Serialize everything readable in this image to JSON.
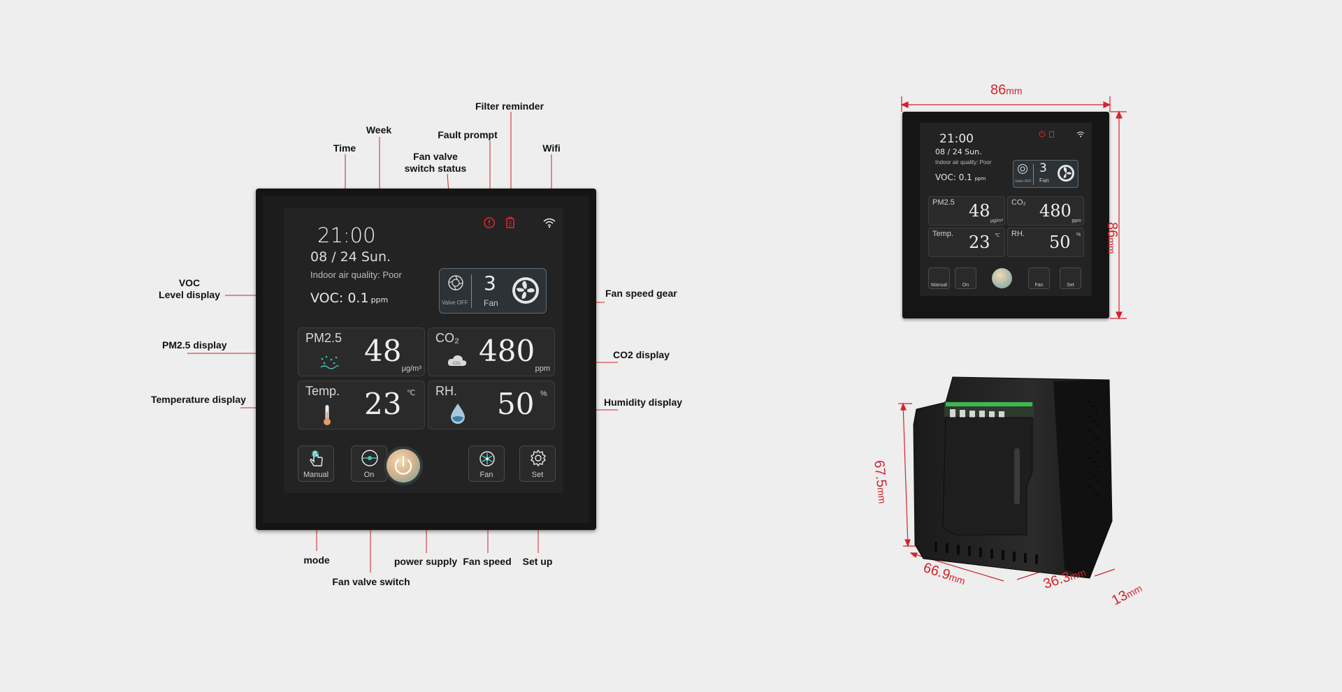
{
  "callouts": {
    "filter_reminder": "Filter reminder",
    "week": "Week",
    "fault_prompt": "Fault prompt",
    "time": "Time",
    "fan_valve_status": [
      "Fan valve",
      "switch status"
    ],
    "wifi": "Wifi",
    "voc_level": [
      "VOC",
      "Level display"
    ],
    "fan_speed_gear": "Fan speed gear",
    "pm25": "PM2.5 display",
    "co2": "CO2 display",
    "temperature": "Temperature display",
    "humidity": "Humidity display",
    "mode": "mode",
    "power_supply": "power supply",
    "fan_speed": "Fan speed",
    "set_up": "Set up",
    "fan_valve_switch": "Fan valve switch"
  },
  "screen": {
    "time": "21:00",
    "date": "08 / 24  Sun.",
    "air_quality": "Indoor air quality: Poor",
    "voc_label": "VOC:",
    "voc_value": "0.1",
    "voc_unit": "ppm",
    "valve_status": "Valve OFF",
    "fan_gear": "3",
    "fan_label": "Fan",
    "tiles": {
      "pm25": {
        "label": "PM2.5",
        "value": "48",
        "unit": "μg/m³"
      },
      "co2": {
        "label": "CO₂",
        "value": "480",
        "unit": "ppm"
      },
      "temp": {
        "label": "Temp.",
        "value": "23",
        "unit": "℃"
      },
      "rh": {
        "label": "RH.",
        "value": "50",
        "unit": "%"
      }
    },
    "buttons": {
      "manual": "Manual",
      "on": "On",
      "fan": "Fan",
      "set": "Set"
    }
  },
  "small_screen": {
    "time": "21:00",
    "date": "08 / 24  Sun.",
    "air_quality": "Indoor air quality: Poor",
    "voc": "VOC:  0.1",
    "voc_unit": "ppm",
    "valve_status": "Valve OFF",
    "fan_gear": "3",
    "fan_label": "Fan",
    "pm25": {
      "label": "PM2.5",
      "value": "48",
      "unit": "μg/m³"
    },
    "co2": {
      "label": "CO₂",
      "value": "480",
      "unit": "ppm"
    },
    "temp": {
      "label": "Temp.",
      "value": "23",
      "unit": "℃"
    },
    "rh": {
      "label": "RH.",
      "value": "50",
      "unit": "%"
    },
    "buttons": {
      "manual": "Manual",
      "on": "On",
      "fan": "Fan",
      "set": "Set"
    }
  },
  "dimensions": {
    "width_value": "86",
    "height_value": "86",
    "unit": "mm",
    "depth_value": "67.5",
    "length_value": "66.9",
    "mid_value": "36.3",
    "thin_value": "13"
  },
  "colors": {
    "dimension_red": "#d3232a",
    "alert_red": "#e0262c",
    "teal_accent": "#3ec7c0"
  }
}
